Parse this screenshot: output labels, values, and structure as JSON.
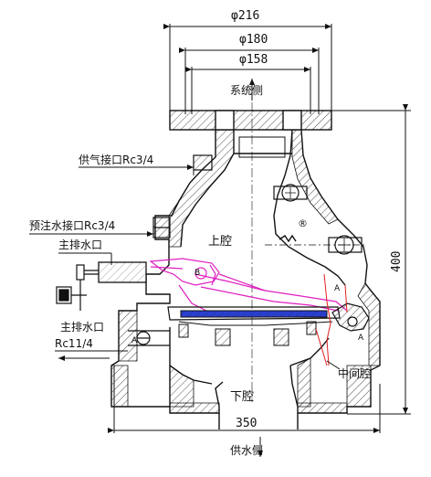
{
  "dimensions": {
    "d216": "φ216",
    "d180": "φ180",
    "d158": "φ158",
    "height": "400",
    "width": "350"
  },
  "labels": {
    "system_side": "系统侧",
    "supply_side": "供水侧",
    "air_inlet": "供气接口Rc3/4",
    "prefill_inlet": "预注水接口Rc3/4",
    "main_drain_top": "主排水口",
    "main_drain": "主排水口",
    "main_drain_size": "Rc11/4",
    "upper_chamber": "上腔",
    "lower_chamber": "下腔",
    "middle_chamber": "中间腔",
    "mark_r": "®",
    "mark_b": "B",
    "mark_a1": "A",
    "mark_a2": "A",
    "mark_a3": "A"
  },
  "colors": {
    "line": "#111111",
    "magenta": "#e020c0",
    "blue": "#2a3fd0",
    "red": "#e02020"
  }
}
